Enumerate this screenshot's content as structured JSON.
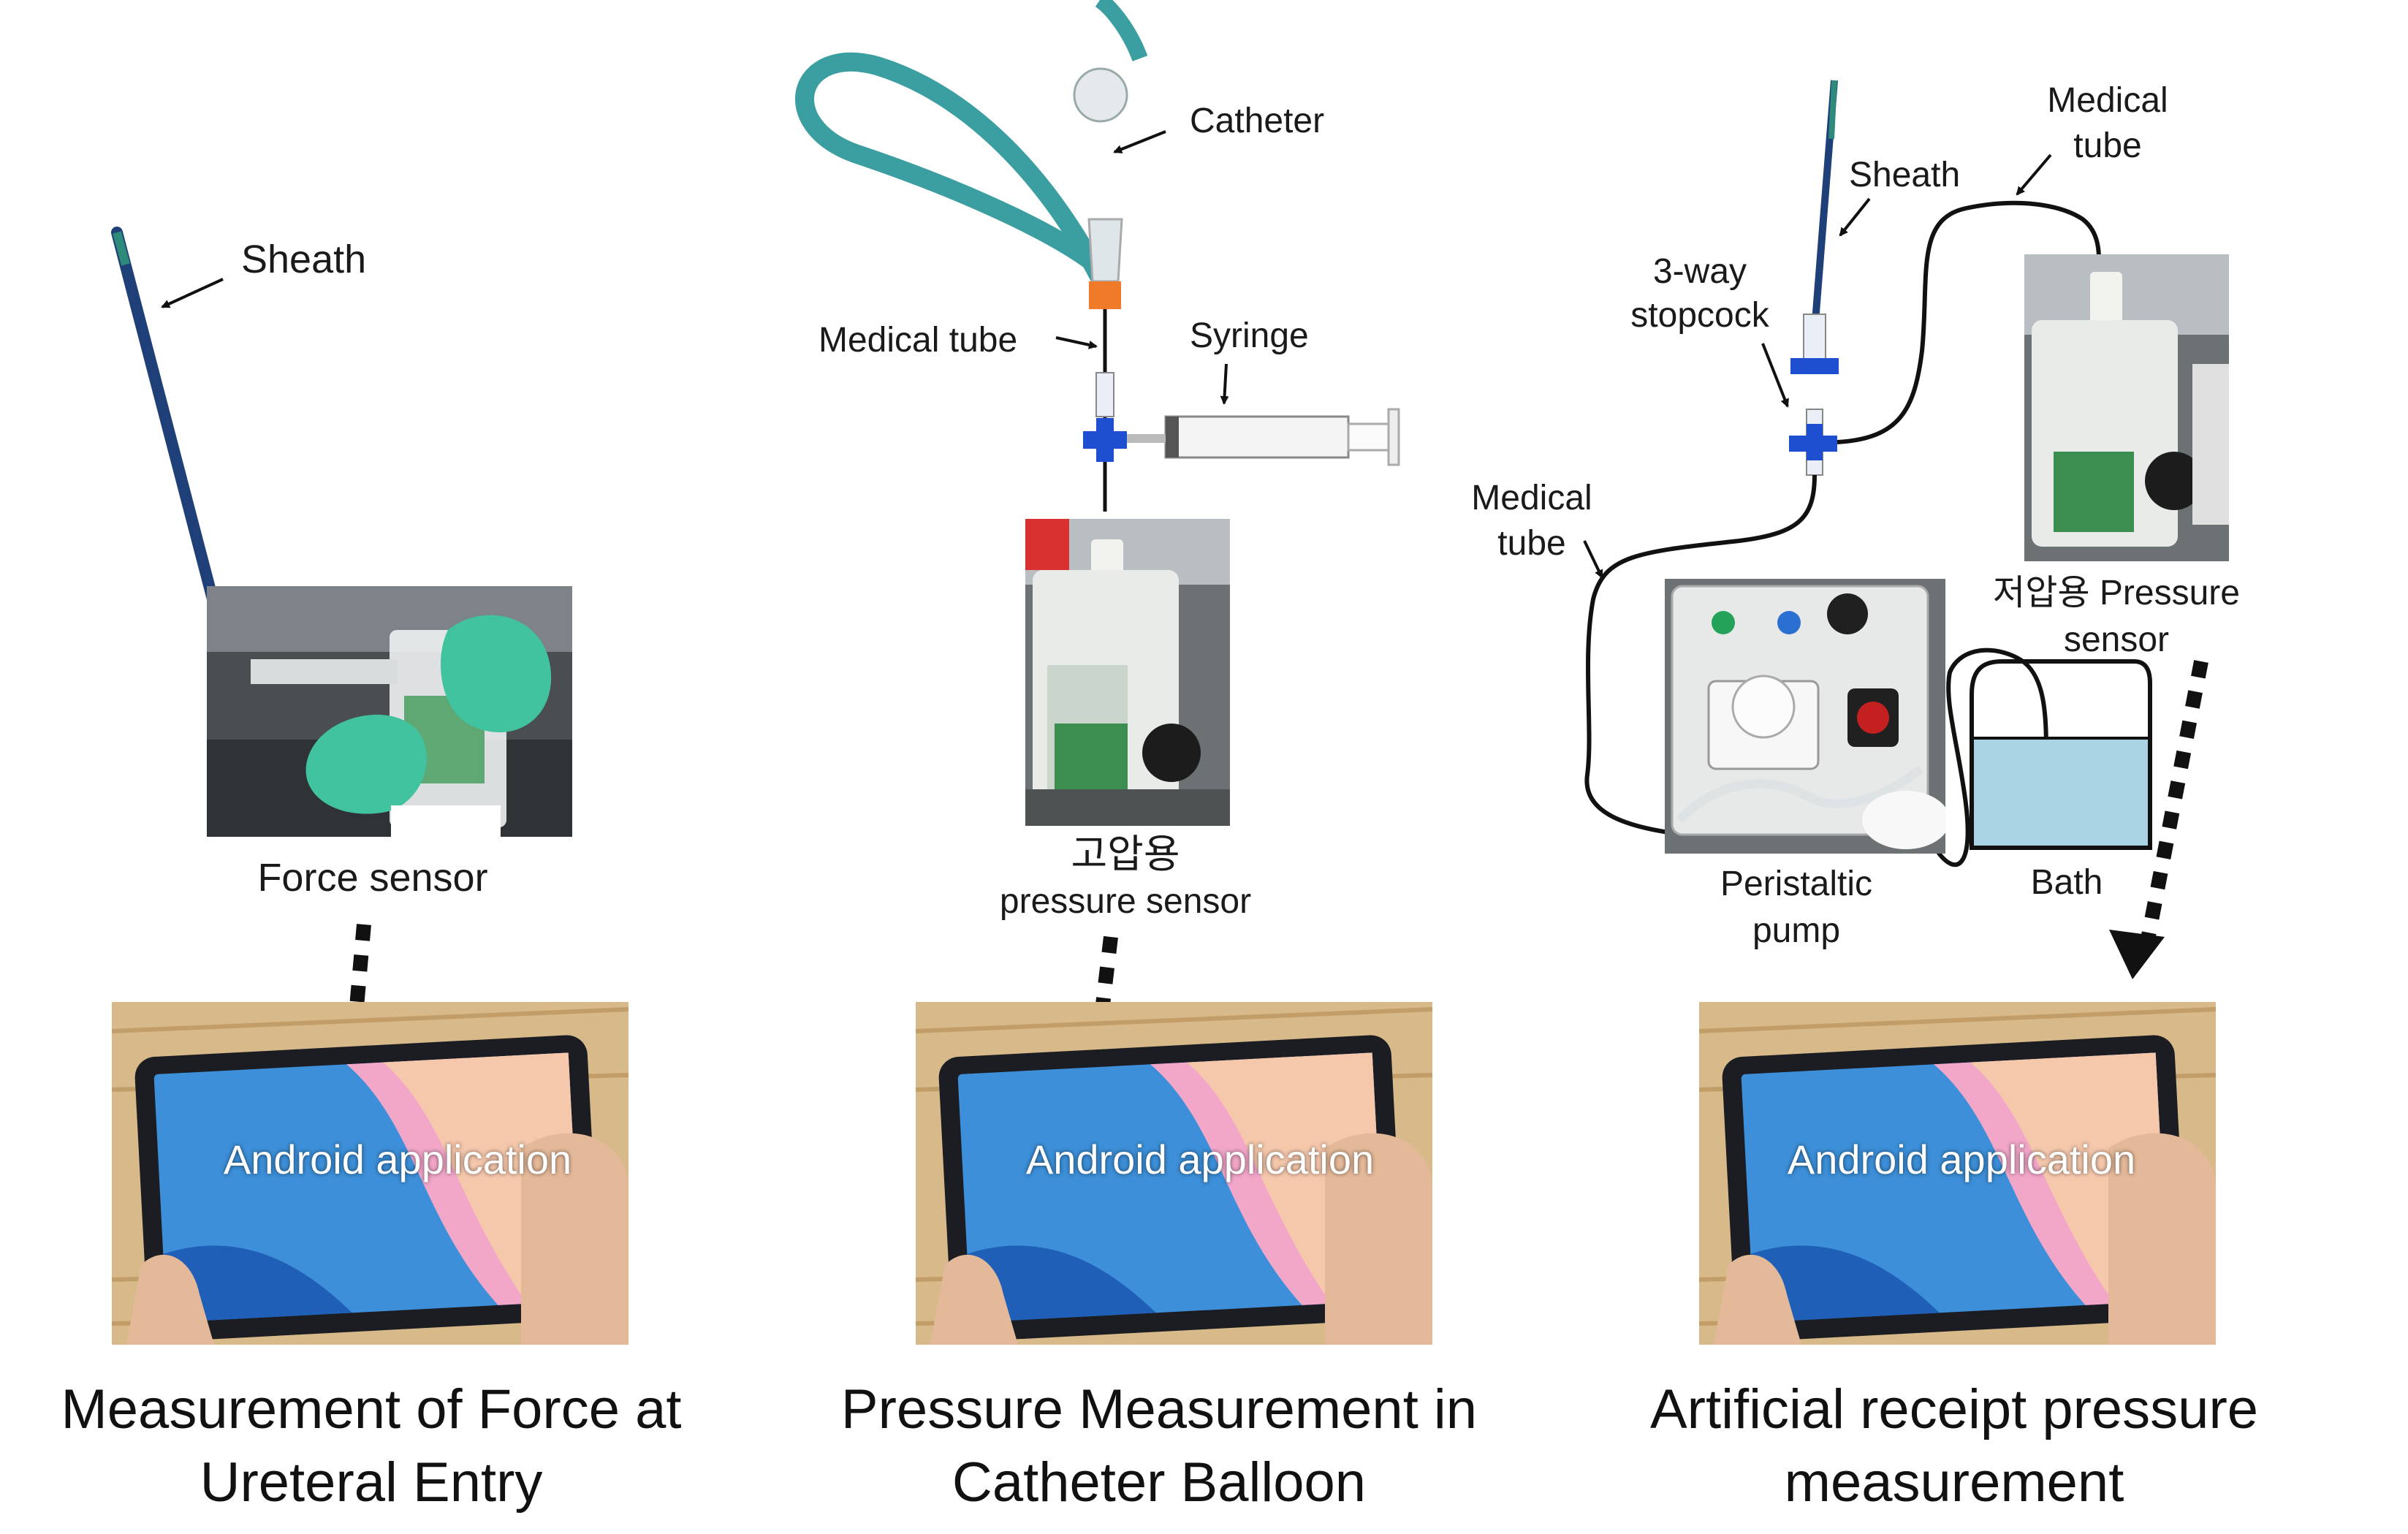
{
  "panel_force": {
    "sheath_label": "Sheath",
    "sensor_label": "Force sensor",
    "app_label": "Android application",
    "caption_line1": "Measurement of Force at",
    "caption_line2": "Ureteral Entry"
  },
  "panel_balloon": {
    "catheter_label": "Catheter",
    "medical_tube_label": "Medical tube",
    "syringe_label": "Syringe",
    "sensor_label_line1": "고압용",
    "sensor_label_line2": "pressure sensor",
    "app_label": "Android application",
    "caption_line1": "Pressure Measurement in",
    "caption_line2": "Catheter Balloon"
  },
  "panel_bladder": {
    "medical_tube_top_line1": "Medical",
    "medical_tube_top_line2": "tube",
    "sheath_label": "Sheath",
    "stopcock_line1": "3-way",
    "stopcock_line2": "stopcock",
    "medical_tube_left_line1": "Medical",
    "medical_tube_left_line2": "tube",
    "sensor_label_line1": "저압용 Pressure",
    "sensor_label_line2": "sensor",
    "pump_line1": "Peristaltic",
    "pump_line2": "pump",
    "bath_label": "Bath",
    "app_label": "Android application",
    "caption_line1": "Artificial receipt pressure",
    "caption_line2": "measurement"
  },
  "colors": {
    "sheath_blue": "#1f3f78",
    "sheath_tip": "#2e8a7a",
    "catheter_teal": "#3b9ea0",
    "stopcock_blue": "#1e4fd0",
    "bath_water": "#a9d3e3",
    "glove_green": "#41c3a0",
    "wood": "#d7b98a"
  }
}
